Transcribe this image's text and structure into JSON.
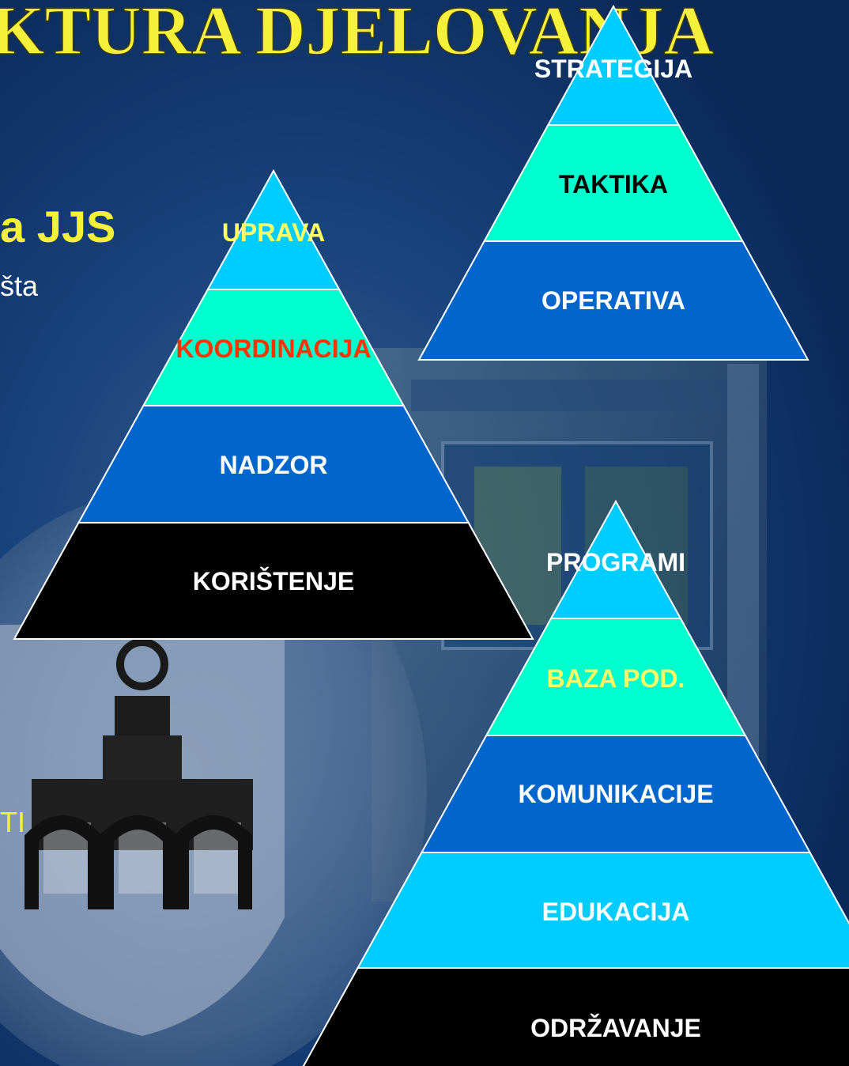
{
  "slide": {
    "title": "KTURA DJELOVANJA",
    "subtitle_fragment": "a JJS",
    "body_fragment": "šta",
    "side_fragment": "TI"
  },
  "colors": {
    "background": "#0b2d63",
    "title_yellow": "#f5f03a",
    "label_yellow": "#ffff66",
    "label_red": "#ff3300",
    "layer_cyan": "#00ccff",
    "layer_aqua": "#00ffcc",
    "layer_blue": "#0066cc",
    "layer_black": "#000000",
    "outline": "#ffffff"
  },
  "pyramids": {
    "strategy": {
      "layers": [
        {
          "label": "STRATEGIJA",
          "fill": "#00ccff",
          "text_color": "#ffffff"
        },
        {
          "label": "TAKTIKA",
          "fill": "#00ffcc",
          "text_color": "#000000"
        },
        {
          "label": "OPERATIVA",
          "fill": "#0066cc",
          "text_color": "#ffffff"
        }
      ]
    },
    "management": {
      "layers": [
        {
          "label": "UPRAVA",
          "fill": "#00ccff",
          "text_color": "#ffff66"
        },
        {
          "label": "KOORDINACIJA",
          "fill": "#00ffcc",
          "text_color": "#ff3300"
        },
        {
          "label": "NADZOR",
          "fill": "#0066cc",
          "text_color": "#ffffff"
        },
        {
          "label": "KORIŠTENJE",
          "fill": "#000000",
          "text_color": "#ffffff"
        }
      ]
    },
    "system": {
      "layers": [
        {
          "label": "PROGRAMI",
          "fill": "#00ccff",
          "text_color": "#ffffff"
        },
        {
          "label": "BAZA POD.",
          "fill": "#00ffcc",
          "text_color": "#ffff66"
        },
        {
          "label": "KOMUNIKACIJE",
          "fill": "#0066cc",
          "text_color": "#ffffff"
        },
        {
          "label": "EDUKACIJA",
          "fill": "#00ccff",
          "text_color": "#ffffff"
        },
        {
          "label": "ODRŽAVANJE",
          "fill": "#000000",
          "text_color": "#ffffff"
        }
      ]
    }
  }
}
